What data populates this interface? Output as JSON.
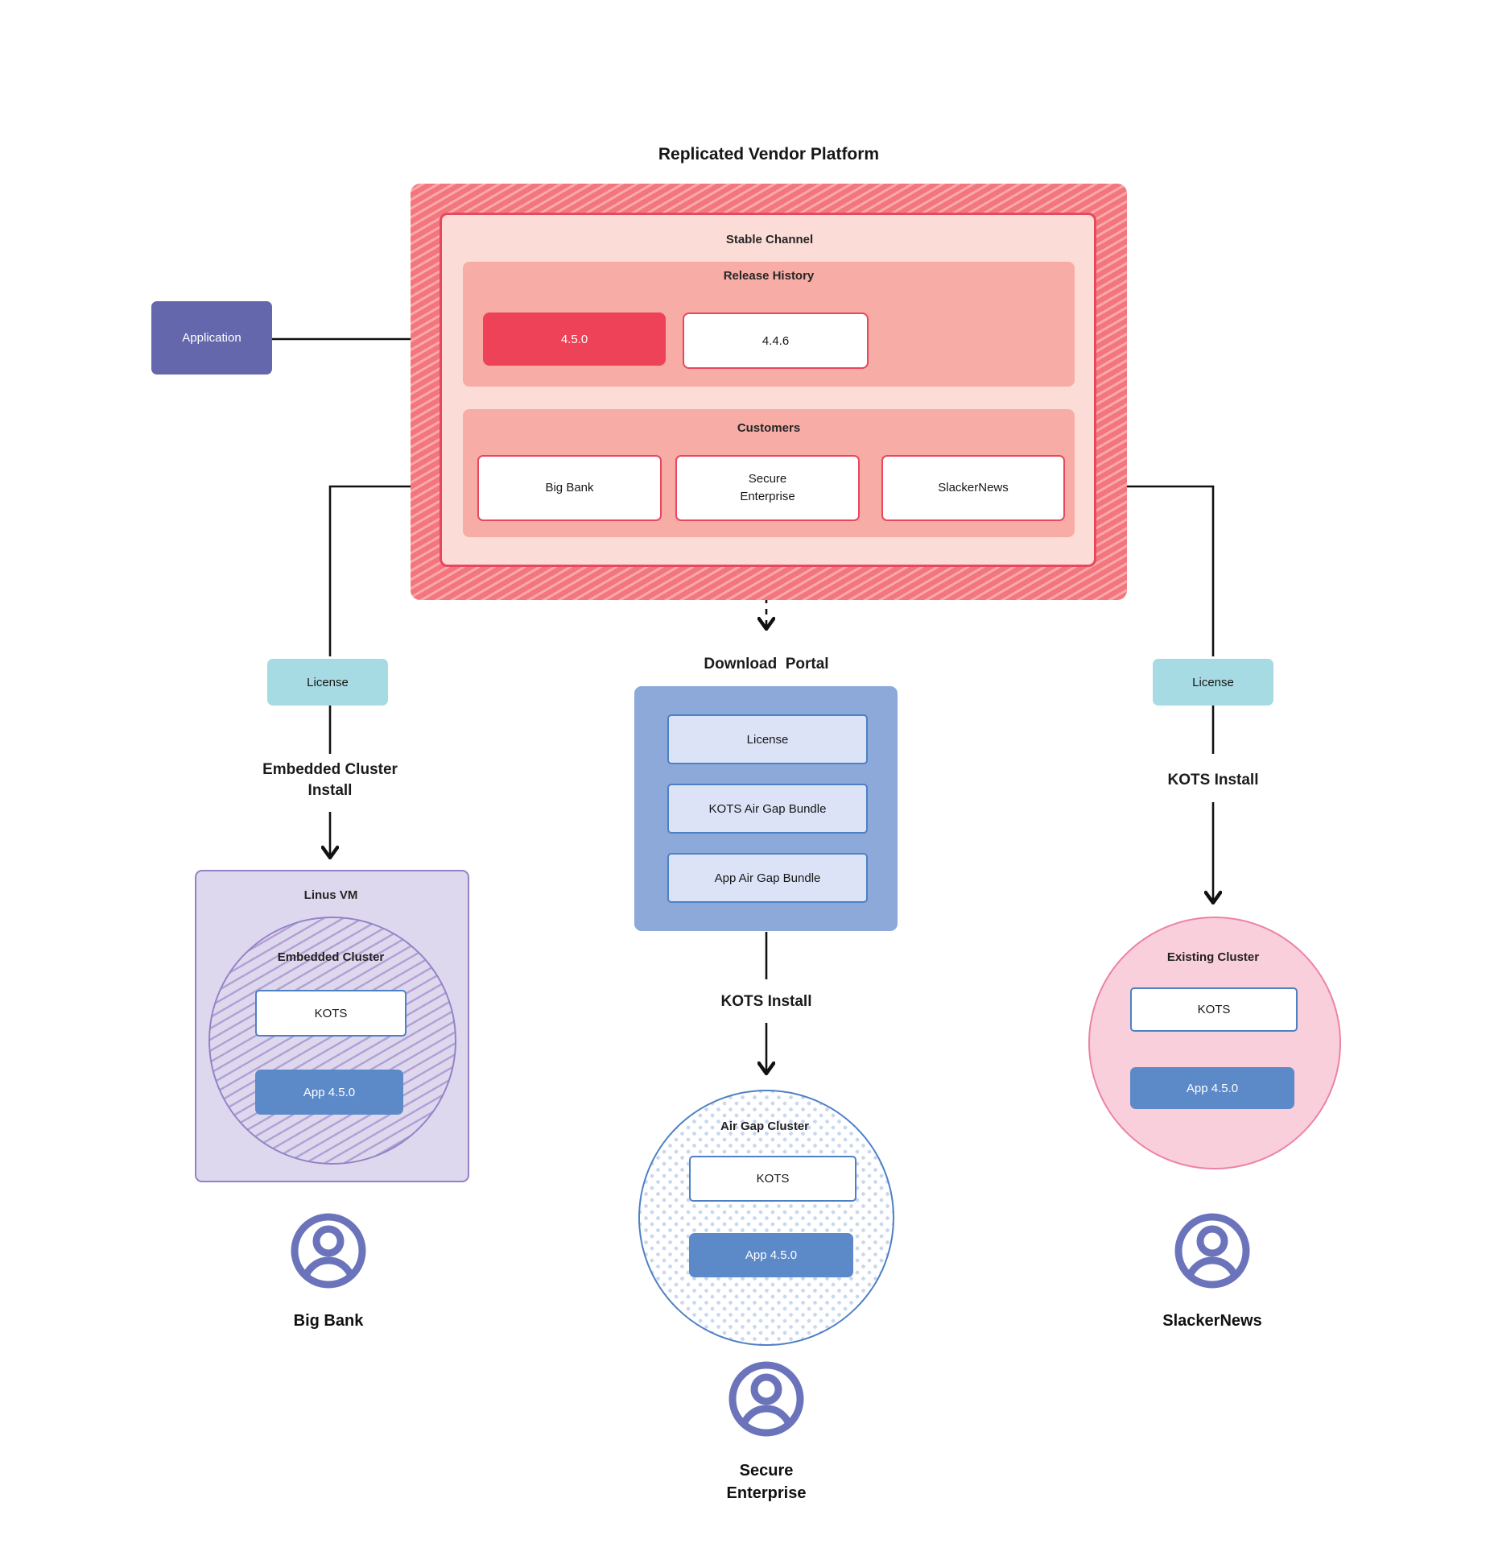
{
  "title": "Replicated Vendor Platform",
  "application": {
    "label": "Application"
  },
  "platform": {
    "stable_channel": {
      "label": "Stable Channel",
      "release_history": {
        "label": "Release History",
        "releases": [
          {
            "version": "4.5.0",
            "current": true
          },
          {
            "version": "4.4.6",
            "current": false
          }
        ]
      },
      "customers": {
        "label": "Customers",
        "items": [
          {
            "name": "Big Bank"
          },
          {
            "name": "Secure\nEnterprise"
          },
          {
            "name": "SlackerNews"
          }
        ]
      }
    }
  },
  "left_flow": {
    "license": "License",
    "install": "Embedded Cluster\nInstall",
    "vm": {
      "label": "Linus VM",
      "cluster_label": "Embedded Cluster",
      "kots": "KOTS",
      "app": "App 4.5.0"
    },
    "persona": "Big Bank"
  },
  "center_flow": {
    "portal_title": "Download  Portal",
    "portal_items": [
      {
        "label": "License"
      },
      {
        "label": "KOTS Air Gap Bundle"
      },
      {
        "label": "App Air Gap Bundle"
      }
    ],
    "install": "KOTS Install",
    "cluster": {
      "label": "Air Gap Cluster",
      "kots": "KOTS",
      "app": "App 4.5.0"
    },
    "persona": "Secure\nEnterprise"
  },
  "right_flow": {
    "license": "License",
    "install": "KOTS Install",
    "cluster": {
      "label": "Existing Cluster",
      "kots": "KOTS",
      "app": "App 4.5.0"
    },
    "persona": "SlackerNews"
  },
  "colors": {
    "hatch_base": "#f4767d",
    "hatch_stripe": "#f9a8ac",
    "channel_bg": "#fcdcd7",
    "channel_border": "#e84760",
    "inner_bg": "#f7aca5",
    "release_highlight": "#ee4258",
    "app_box": "#6467ab",
    "license_bg": "#a7dbe3",
    "portal_bg": "#8ca9da",
    "portal_item_bg": "#dce3f7",
    "blue_border": "#4e80c4",
    "app_blue": "#5c89c8",
    "vm_bg": "#ded8ee",
    "vm_border": "#9383c6",
    "vm_hatch": "#b3a1d4",
    "pink_bg": "#f9cfdc",
    "pink_border": "#ec82a6",
    "dot": "#c9d8ef",
    "person": "#6b74ba",
    "line": "#111111"
  }
}
